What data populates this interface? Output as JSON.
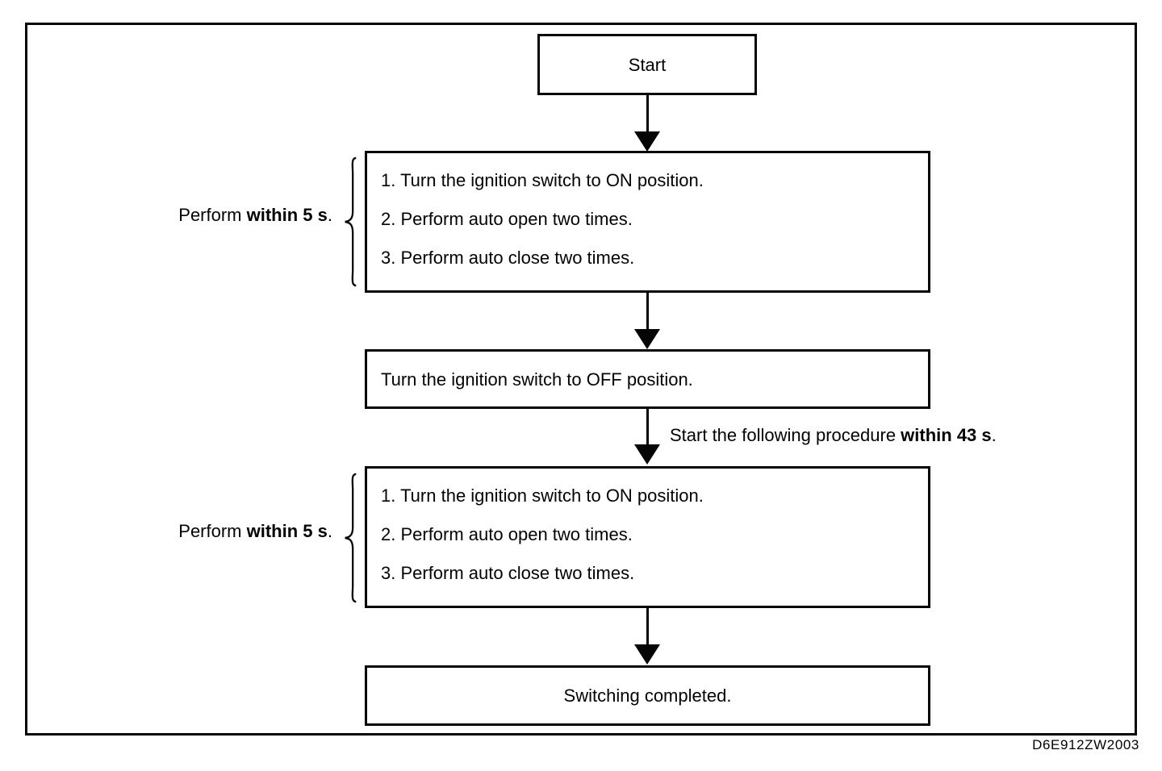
{
  "palette": {
    "ink": "#050505",
    "paper": "#ffffff"
  },
  "flowchart": {
    "start_node": {
      "label": "Start"
    },
    "side_label_1": {
      "prefix": "Perform ",
      "bold": "within 5 s",
      "suffix": "."
    },
    "box1": {
      "steps": [
        "1. Turn the ignition switch to ON position.",
        "2. Perform auto open two times.",
        "3. Perform auto close two times."
      ]
    },
    "off_node": {
      "label": "Turn the ignition switch to OFF position."
    },
    "timing_note": {
      "prefix": "Start the following procedure ",
      "bold": "within 43 s",
      "suffix": "."
    },
    "side_label_2": {
      "prefix": "Perform ",
      "bold": "within 5 s",
      "suffix": "."
    },
    "box2": {
      "steps": [
        "1. Turn the ignition switch to ON position.",
        "2. Perform auto open two times.",
        "3. Perform auto close two times."
      ]
    },
    "end_node": {
      "label": "Switching completed."
    },
    "figure_code": "D6E912ZW2003"
  }
}
